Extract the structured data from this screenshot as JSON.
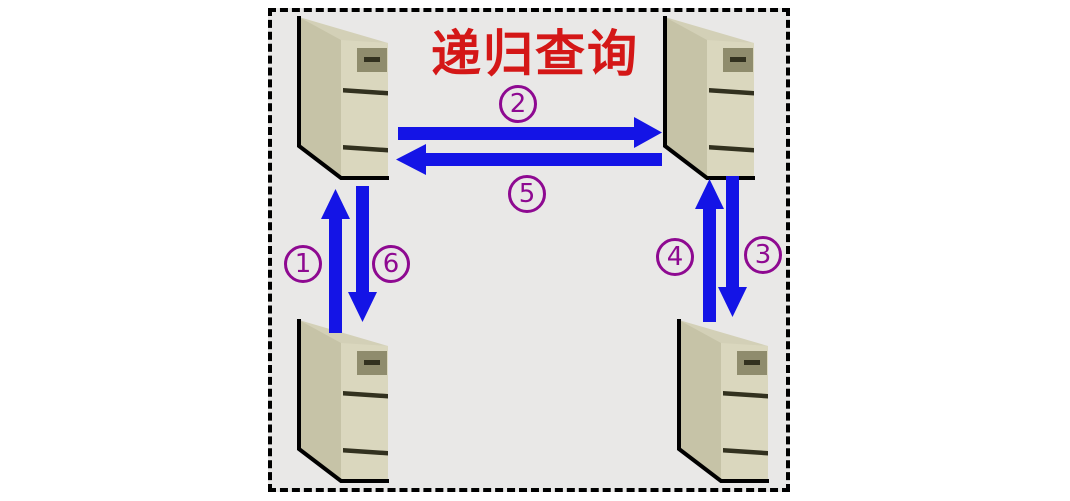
{
  "diagram": {
    "title": "递归查询",
    "steps": [
      {
        "num": "1",
        "direction": "up",
        "side": "left"
      },
      {
        "num": "2",
        "direction": "right",
        "side": "top"
      },
      {
        "num": "3",
        "direction": "down",
        "side": "right"
      },
      {
        "num": "4",
        "direction": "up",
        "side": "right"
      },
      {
        "num": "5",
        "direction": "left",
        "side": "top"
      },
      {
        "num": "6",
        "direction": "down",
        "side": "left"
      }
    ],
    "servers": [
      "server-top-left",
      "server-top-right",
      "server-bottom-left",
      "server-bottom-right"
    ],
    "colors": {
      "title_red": "#d41717",
      "arrow_blue": "#1414e6",
      "label_purple": "#8e0991",
      "border_black": "#000000",
      "canvas_bg": "#e9e8e7",
      "page_bg": "#ffffff",
      "server_front": "#dad7be",
      "server_side": "#c6c3a7",
      "server_top": "#d3d0b7",
      "server_bay": "#8f8c6d",
      "server_detail": "#32311f"
    }
  }
}
